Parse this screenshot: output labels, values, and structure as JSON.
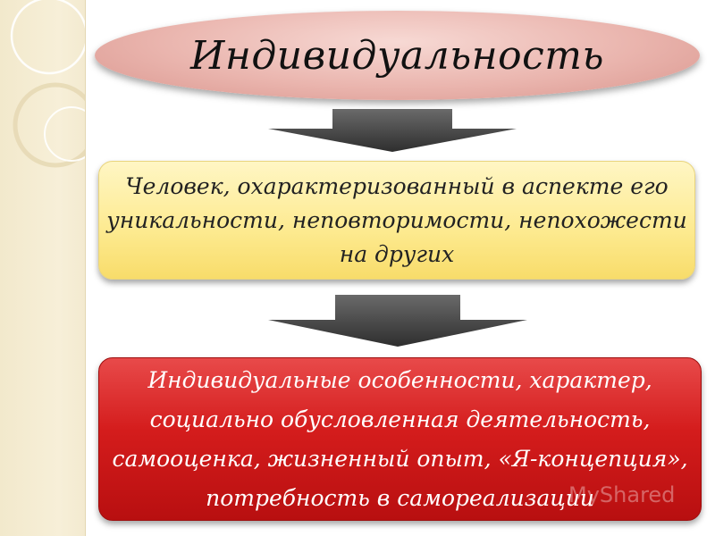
{
  "title": "Индивидуальность",
  "definition": {
    "lines": [
      "Человек, охарактеризованный в аспекте его",
      "уникальности, неповторимости, непохожести",
      "на других"
    ]
  },
  "features": {
    "lines": [
      "Индивидуальные особенности, характер,",
      "социально обусловленная деятельность,",
      "самооценка, жизненный опыт, «Я-концепция»,",
      "потребность в самореализации"
    ]
  },
  "watermark": "MyShared",
  "colors": {
    "title_fill": "#eab5ae",
    "definition_fill": "#fdea8f",
    "features_fill": "#d41c1c",
    "arrow_fill": "#404040",
    "side_band": "#f2e9cc"
  }
}
